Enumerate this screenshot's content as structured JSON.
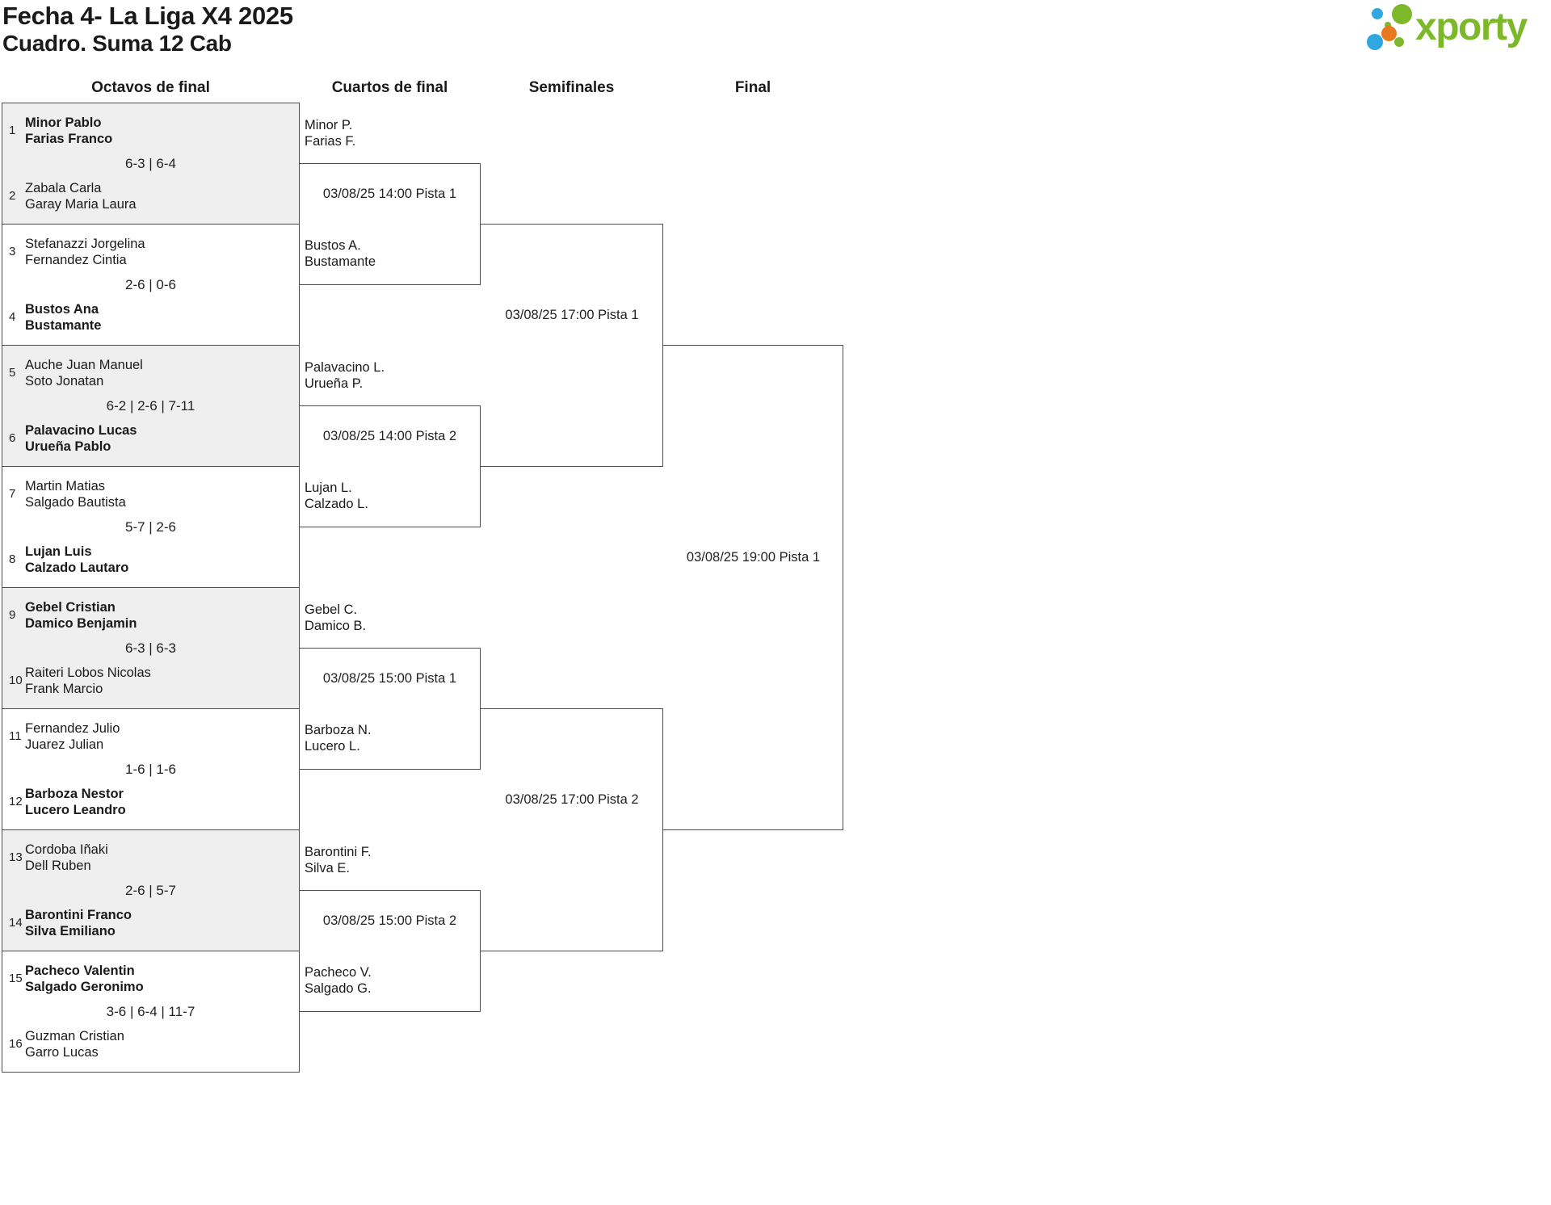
{
  "title": {
    "line1": "Fecha 4- La Liga X4 2025",
    "line2": "Cuadro. Suma 12 Cab"
  },
  "logo": {
    "text": "xporty"
  },
  "colors": {
    "logo_green": "#7cb829",
    "logo_blue": "#31a7e0",
    "logo_orange": "#e8781e",
    "box_border": "#4d4d4d",
    "shaded_box": "#efefef"
  },
  "round_headers": [
    "Octavos de final",
    "Cuartos de final",
    "Semifinales",
    "Final"
  ],
  "octavos": [
    {
      "seed_top": "1",
      "top": [
        "Minor Pablo",
        "Farias Franco"
      ],
      "score": "6-3 | 6-4",
      "seed_bottom": "2",
      "bottom": [
        "Zabala Carla",
        "Garay Maria Laura"
      ],
      "winner": "top"
    },
    {
      "seed_top": "3",
      "top": [
        "Stefanazzi Jorgelina",
        "Fernandez Cintia"
      ],
      "score": "2-6 | 0-6",
      "seed_bottom": "4",
      "bottom": [
        "Bustos Ana",
        "Bustamante"
      ],
      "winner": "bottom"
    },
    {
      "seed_top": "5",
      "top": [
        "Auche Juan Manuel",
        "Soto Jonatan"
      ],
      "score": "6-2 | 2-6 | 7-11",
      "seed_bottom": "6",
      "bottom": [
        "Palavacino Lucas",
        "Urueña Pablo"
      ],
      "winner": "bottom"
    },
    {
      "seed_top": "7",
      "top": [
        "Martin Matias",
        "Salgado Bautista"
      ],
      "score": "5-7 | 2-6",
      "seed_bottom": "8",
      "bottom": [
        "Lujan Luis",
        "Calzado Lautaro"
      ],
      "winner": "bottom"
    },
    {
      "seed_top": "9",
      "top": [
        "Gebel Cristian",
        "Damico Benjamin"
      ],
      "score": "6-3 | 6-3",
      "seed_bottom": "10",
      "bottom": [
        "Raiteri Lobos Nicolas",
        "Frank Marcio"
      ],
      "winner": "top"
    },
    {
      "seed_top": "11",
      "top": [
        "Fernandez Julio",
        "Juarez Julian"
      ],
      "score": "1-6 | 1-6",
      "seed_bottom": "12",
      "bottom": [
        "Barboza Nestor",
        "Lucero Leandro"
      ],
      "winner": "bottom"
    },
    {
      "seed_top": "13",
      "top": [
        "Cordoba Iñaki",
        "Dell Ruben"
      ],
      "score": "2-6 | 5-7",
      "seed_bottom": "14",
      "bottom": [
        "Barontini Franco",
        "Silva Emiliano"
      ],
      "winner": "bottom"
    },
    {
      "seed_top": "15",
      "top": [
        "Pacheco Valentin",
        "Salgado Geronimo"
      ],
      "score": "3-6 | 6-4 | 11-7",
      "seed_bottom": "16",
      "bottom": [
        "Guzman Cristian",
        "Garro Lucas"
      ],
      "winner": "top"
    }
  ],
  "cuartos": [
    {
      "top": [
        "Minor P.",
        "Farias F."
      ],
      "schedule": "03/08/25 14:00 Pista 1",
      "bottom": [
        "Bustos A.",
        "Bustamante"
      ]
    },
    {
      "top": [
        "Palavacino L.",
        "Urueña P."
      ],
      "schedule": "03/08/25 14:00 Pista 2",
      "bottom": [
        "Lujan L.",
        "Calzado L."
      ]
    },
    {
      "top": [
        "Gebel C.",
        "Damico B."
      ],
      "schedule": "03/08/25 15:00 Pista 1",
      "bottom": [
        "Barboza N.",
        "Lucero L."
      ]
    },
    {
      "top": [
        "Barontini F.",
        "Silva E."
      ],
      "schedule": "03/08/25 15:00 Pista 2",
      "bottom": [
        "Pacheco V.",
        "Salgado G."
      ]
    }
  ],
  "semifinales": [
    {
      "schedule": "03/08/25 17:00 Pista 1"
    },
    {
      "schedule": "03/08/25 17:00 Pista 2"
    }
  ],
  "final": {
    "schedule": "03/08/25 19:00 Pista 1"
  }
}
